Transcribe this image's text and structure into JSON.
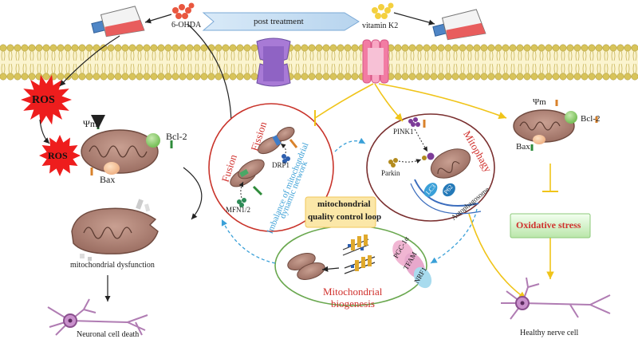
{
  "top": {
    "toxin": "6-OHDA",
    "banner": "post treatment",
    "vitamin": "vitamin K2"
  },
  "left": {
    "ros1": "ROS",
    "ros2": "ROS",
    "psi": "Ψm",
    "bcl2": "Bcl-2",
    "bax": "Bax",
    "dysfunction": "mitochondrial dysfunction",
    "death": "Neuronal cell death"
  },
  "center": {
    "fusion": "Fusion",
    "fission": "Fission",
    "drp1": "DRP1",
    "mfn": "MFN1/2",
    "imbalance_line1": "Imbalance of mitochondrial",
    "imbalance_line2": "dynamic network",
    "qc_line1": "mitochondrial",
    "qc_line2": "quality control loop",
    "mitophagy": "Mitophagy",
    "pink1": "PINK1",
    "parkin": "Parkin",
    "lc3": "LC3",
    "p62": "P62",
    "autophagosome": "Autophagosome",
    "pgc": "PGC-1α",
    "tfam": "TFAM",
    "nrf1": "NRF1",
    "biogenesis_line1": "Mitochondrial",
    "biogenesis_line2": "biogenesis"
  },
  "right": {
    "psi": "Ψm",
    "bcl2": "Bcl-2",
    "bax": "Bax",
    "oxidative": "Oxidative stress",
    "healthy": "Healthy nerve cell"
  },
  "colors": {
    "red": "#d0312d",
    "green": "#2e8b3a",
    "orange": "#d9822b",
    "yellow_arrow": "#f0c419",
    "membrane": "#d8c45a",
    "mito": "#b58a7c",
    "neuron": "#a55fa8"
  }
}
